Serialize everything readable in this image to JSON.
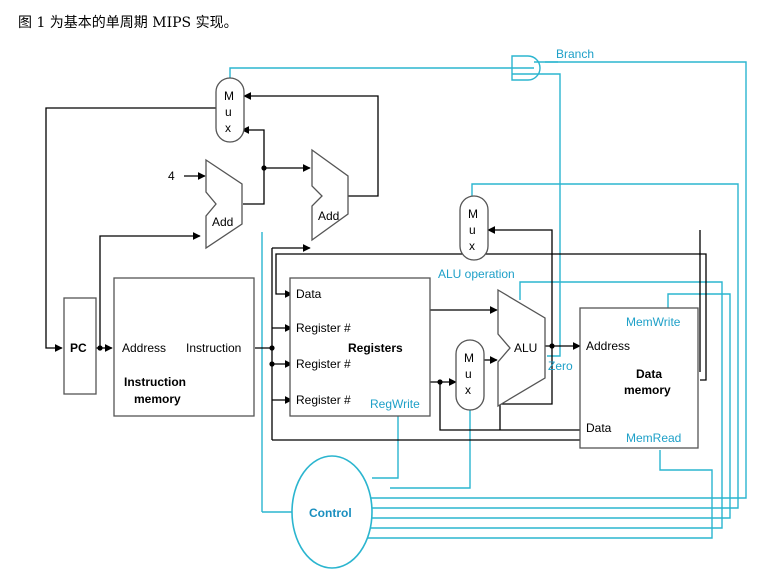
{
  "caption": "图 1 为基本的单周期 MIPS 实现。",
  "labels": {
    "pc": "PC",
    "four": "4",
    "add": "Add",
    "mux_m": "M",
    "mux_u": "u",
    "mux_x": "x",
    "alu": "ALU",
    "zero": "Zero",
    "alu_operation": "ALU operation",
    "branch": "Branch",
    "control": "Control",
    "address": "Address",
    "instruction": "Instruction",
    "instruction_memory_line1": "Instruction",
    "instruction_memory_line2": "memory",
    "data": "Data",
    "register_num": "Register #",
    "registers": "Registers",
    "regwrite": "RegWrite",
    "memwrite": "MemWrite",
    "memread": "MemRead",
    "data_memory_line1": "Data",
    "data_memory_line2": "memory"
  },
  "colors": {
    "control_lines": "#2bb5cf",
    "datapath": "#000000"
  }
}
